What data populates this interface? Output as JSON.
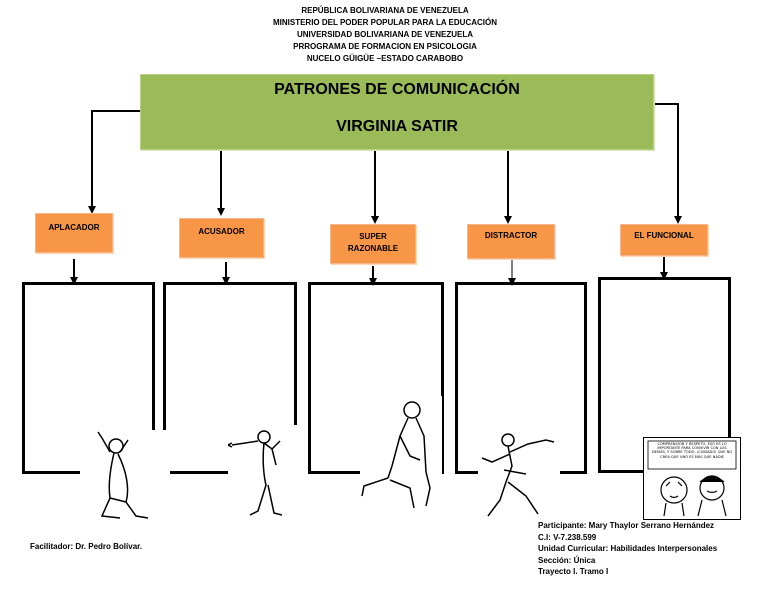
{
  "header": {
    "lines": [
      "REPÚBLICA BOLIVARIANA DE VENEZUELA",
      "MINISTERIO DEL PODER POPULAR PARA LA EDUCACIÓN",
      "UNIVERSIDAD BOLIVARIANA DE VENEZUELA",
      "PRROGRAMA DE FORMACION EN PSICOLOGIA",
      "NUCELO GÜIGÜE –ESTADO CARABOBO"
    ]
  },
  "main": {
    "title": "PATRONES DE COMUNICACIÓN",
    "subtitle": "VIRGINIA SATIR"
  },
  "categories": [
    {
      "label": "APLACADOR"
    },
    {
      "label": "ACUSADOR"
    },
    {
      "label_line1": "SUPER",
      "label_line2": "RAZONABLE"
    },
    {
      "label": "DISTRACTOR"
    },
    {
      "label": "EL FUNCIONAL"
    }
  ],
  "footer": {
    "facilitator": "Facilitador: Dr. Pedro Bolívar.",
    "participant": "Participante: Mary Thaylor Serrano Hernández",
    "ci": "C.I: V-7.238.599",
    "course": "Unidad Curricular: Habilidades Interpersonales",
    "section": "Sección: Única",
    "trayecto": "Trayecto I. Tramo I"
  },
  "comic_text": "COMPRENSIÓN Y RESPETO, ESO ES LO IMPORTANTE PARA CONVIVIR CON LOS DEMÁS, Y SOBRE TODO, ¡CUIDADO! QUE NO CREA QUE UNO ES MÁS QUE NADIE",
  "colors": {
    "title_bg": "#9bbb59",
    "category_bg": "#f79646"
  }
}
